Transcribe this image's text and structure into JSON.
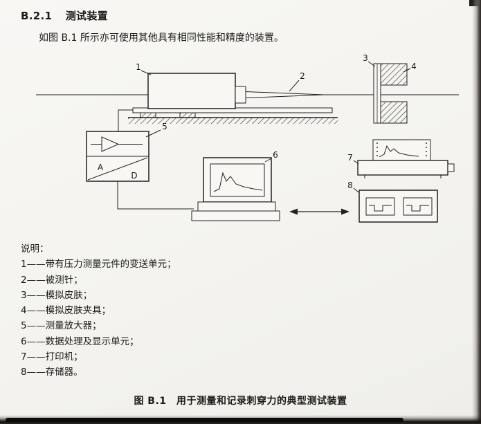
{
  "document": {
    "section_number": "B.2.1",
    "section_title": "测试装置",
    "intro": "如图 B.1 所示亦可使用其他具有相同性能和精度的装置。",
    "legend": {
      "title": "说明：",
      "items": [
        "1——带有压力测量元件的变送单元；",
        "2——被测针；",
        "3——模拟皮肤；",
        "4——模拟皮肤夹具；",
        "5——测量放大器；",
        "6——数据处理及显示单元；",
        "7——打印机；",
        "8——存储器。"
      ]
    },
    "caption": "图 B.1　用于测量和记录刺穿力的典型测试装置"
  },
  "diagram": {
    "labels": {
      "transducer": "1",
      "needle": "2",
      "skin": "3",
      "fixture": "4",
      "amplifier": "5",
      "computer": "6",
      "printer": "7",
      "storage": "8",
      "ad_a": "A",
      "ad_d": "D"
    }
  },
  "colors": {
    "paper": "#f5f4f1",
    "ink": "#1b1a18"
  }
}
